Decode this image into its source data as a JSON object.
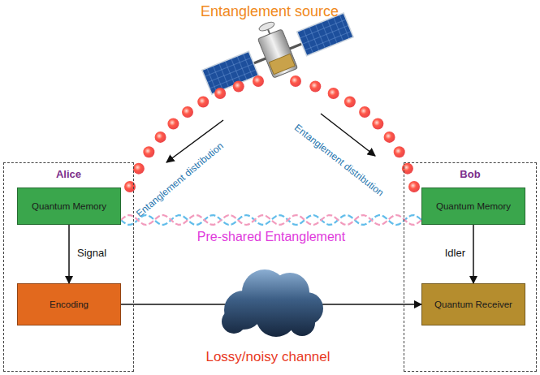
{
  "diagram": {
    "nodes": [
      {
        "text": [
          "Alice"
        ]
      },
      {
        "text": [
          "Quantum Memory"
        ],
        "in": 0
      },
      {
        "text": [
          "Encoding"
        ],
        "in": 0
      },
      {
        "text": [
          "Bob"
        ]
      },
      {
        "text": [
          "Quantum Memory"
        ],
        "in": 3
      },
      {
        "text": [
          "Quantum Receiver"
        ],
        "in": 3
      }
    ],
    "edges": [
      {
        "from": 1,
        "to": 2,
        "arrow": "to",
        "label": "Signal"
      },
      {
        "from": 1,
        "to": 4,
        "arrow": "none",
        "label": "Pre-shared Entanglement"
      },
      {
        "from": 2,
        "to": 5,
        "arrow": "to"
      },
      {
        "from": 4,
        "to": 5,
        "arrow": "to",
        "label": "Idler"
      }
    ],
    "labels": [
      "Entanglement source",
      "Entanglement distribution",
      "Entanglement distribution",
      "Lossy/noisy channel"
    ]
  }
}
